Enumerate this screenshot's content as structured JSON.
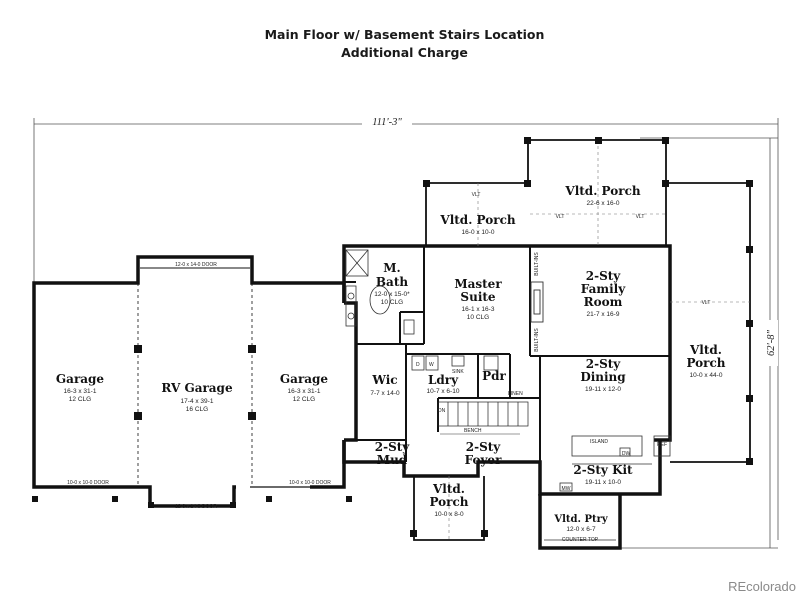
{
  "title_line1": "Main Floor w/ Basement Stairs Location",
  "title_line2": "Additional Charge",
  "overall_width": "111'-3\"",
  "overall_depth": "62'-8\"",
  "watermark": "REcolorado",
  "rooms": {
    "garage_left": {
      "name": "Garage",
      "dims": "16-3 x 31-1",
      "clg": "12 CLG"
    },
    "rv_garage": {
      "name": "RV Garage",
      "dims": "17-4 x 39-1",
      "clg": "16 CLG"
    },
    "garage_right": {
      "name": "Garage",
      "dims": "16-3 x 31-1",
      "clg": "12 CLG"
    },
    "m_bath": {
      "name1": "M.",
      "name2": "Bath",
      "dims": "12-0 x 15-0*",
      "clg": "10 CLG"
    },
    "master_suite": {
      "name1": "Master",
      "name2": "Suite",
      "dims": "16-1 x 16-3",
      "clg": "10 CLG"
    },
    "porch_top_left": {
      "name": "Vltd. Porch",
      "dims": "16-0 x 10-0"
    },
    "porch_top_right": {
      "name": "Vltd. Porch",
      "dims": "22-6 x 16-0"
    },
    "family": {
      "name1": "2-Sty",
      "name2": "Family",
      "name3": "Room",
      "dims": "21-7 x 16-9"
    },
    "porch_right": {
      "name1": "Vltd.",
      "name2": "Porch",
      "dims": "10-0 x 44-0"
    },
    "wic": {
      "name": "Wic",
      "dims": "7-7 x 14-0"
    },
    "ldry": {
      "name": "Ldry",
      "dims": "10-7 x 6-10"
    },
    "pdr": {
      "name": "Pdr"
    },
    "dining": {
      "name1": "2-Sty",
      "name2": "Dining",
      "dims": "19-11 x 12-0"
    },
    "mud": {
      "name1": "2-Sty",
      "name2": "Mud"
    },
    "foyer": {
      "name1": "2-Sty",
      "name2": "Foyer"
    },
    "kit": {
      "name": "2-Sty Kit",
      "dims": "19-11 x 10-0"
    },
    "porch_front": {
      "name1": "Vltd.",
      "name2": "Porch",
      "dims": "10-0 x 8-0"
    },
    "pantry": {
      "name": "Vltd. Ptry",
      "dims": "12-0 x 6-7"
    }
  },
  "labels": {
    "door_top_rv": "12-0 x 14-0 DOOR",
    "door_bottom_left": "10-0 x 10-0 DOOR",
    "door_bottom_right": "10-0 x 10-0 DOOR",
    "door_bottom_rv": "12-0 x 14-0 DOOR",
    "vlt": "VLT",
    "builtins": "BUILT-INS",
    "island": "ISLAND",
    "dw": "DW",
    "ref": "REF",
    "mw": "MW",
    "countertop": "COUNTER TOP",
    "bench": "BENCH",
    "linen": "LINEN",
    "sink": "SINK",
    "dn": "DN",
    "washer": "W",
    "dryer": "D"
  }
}
